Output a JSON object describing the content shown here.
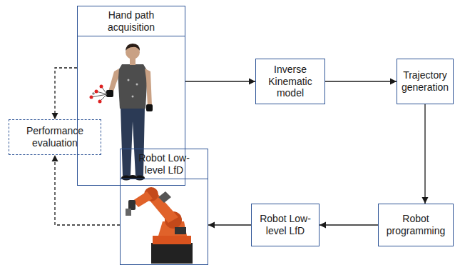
{
  "diagram": {
    "nodes": [
      {
        "text": [
          "Hand path acquisition"
        ]
      },
      {
        "text": [
          "Inverse Kinematic model"
        ]
      },
      {
        "text": [
          "Trajectory generation"
        ]
      },
      {
        "text": [
          "Performance evaluation"
        ]
      },
      {
        "text": [
          "Robot Low-level LfD"
        ]
      },
      {
        "text": [
          "Robot Low-level LfD"
        ]
      },
      {
        "text": [
          "Robot programming"
        ]
      }
    ],
    "edges": [
      {
        "from": 0,
        "to": 1,
        "arrow": "to"
      },
      {
        "from": 1,
        "to": 2,
        "arrow": "to"
      },
      {
        "from": 2,
        "to": 6,
        "arrow": "to"
      },
      {
        "from": 6,
        "to": 5,
        "arrow": "to"
      },
      {
        "from": 5,
        "to": 4,
        "arrow": "to"
      },
      {
        "from": 0,
        "to": 3,
        "arrow": "to"
      },
      {
        "from": 4,
        "to": 3,
        "arrow": "to"
      }
    ]
  }
}
